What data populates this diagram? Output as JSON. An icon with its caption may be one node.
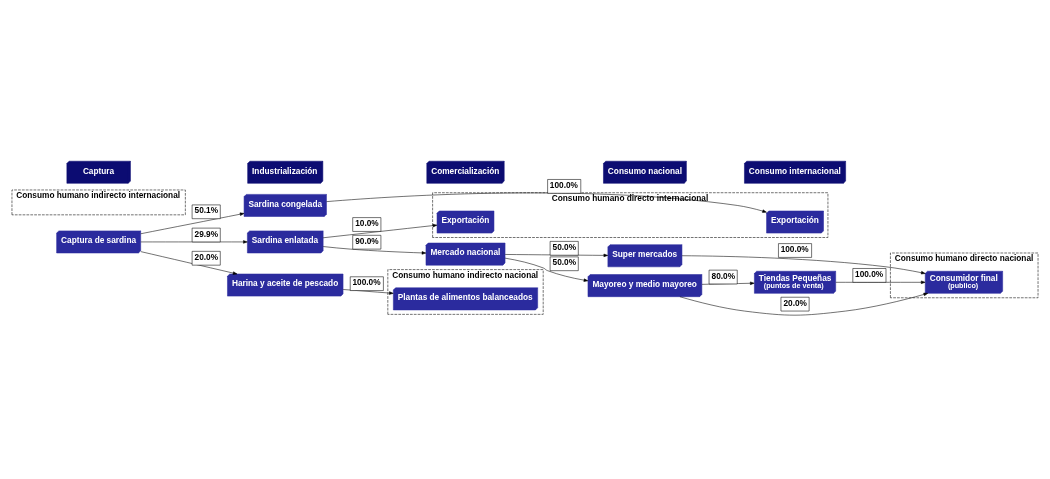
{
  "diagram": {
    "nodes": [
      {
        "text": [
          "Captura"
        ]
      },
      {
        "text": [
          "Industrialización"
        ]
      },
      {
        "text": [
          "Comercialización"
        ]
      },
      {
        "text": [
          "Consumo nacional"
        ]
      },
      {
        "text": [
          "Consumo internacional"
        ]
      },
      {
        "text": [
          "Consumo humano indirecto nacional"
        ]
      },
      {
        "text": [
          "Consumo humano directo nacional"
        ]
      },
      {
        "text": [
          "Consumo humano indirecto internacional"
        ]
      },
      {
        "text": [
          "Consumo humano directo internacional"
        ]
      },
      {
        "text": [
          "Captura de sardina"
        ]
      },
      {
        "text": [
          "Sardina congelada"
        ]
      },
      {
        "text": [
          "Sardina enlatada"
        ]
      },
      {
        "text": [
          "Harina y aceite de pescado"
        ]
      },
      {
        "text": [
          "Mercado nacional"
        ]
      },
      {
        "text": [
          "Super mercados"
        ]
      },
      {
        "text": [
          "Mayoreo y medio mayoreo"
        ]
      },
      {
        "text": [
          "Tiendas Pequeñas",
          "(puntos de venta)"
        ]
      },
      {
        "text": [
          "Consumidor final",
          "(publico)"
        ],
        "in": 6
      },
      {
        "text": [
          "Exportación"
        ],
        "in": 8
      },
      {
        "text": [
          "Exportación"
        ],
        "in": 8
      },
      {
        "text": [
          "Plantas de alimentos balanceados"
        ],
        "in": 5
      }
    ],
    "edges": [
      {
        "from": 9,
        "to": 10,
        "arrow": "to",
        "label": "50.1%"
      },
      {
        "from": 9,
        "to": 11,
        "arrow": "to",
        "label": "29.9%"
      },
      {
        "from": 9,
        "to": 12,
        "arrow": "to",
        "label": "20.0%"
      },
      {
        "from": 10,
        "to": 18,
        "arrow": "to",
        "label": "100.0%"
      },
      {
        "from": 11,
        "to": 13,
        "arrow": "to",
        "label": "90.0%"
      },
      {
        "from": 11,
        "to": 19,
        "arrow": "to",
        "label": "10.0%"
      },
      {
        "from": 12,
        "to": 20,
        "arrow": "to",
        "label": "100.0%"
      },
      {
        "from": 13,
        "to": 14,
        "arrow": "to",
        "label": "50.0%"
      },
      {
        "from": 13,
        "to": 15,
        "arrow": "to",
        "label": "50.0%"
      },
      {
        "from": 15,
        "to": 17,
        "arrow": "to",
        "label": "20.0%"
      },
      {
        "from": 15,
        "to": 16,
        "arrow": "to",
        "label": "80.0%"
      },
      {
        "from": 14,
        "to": 17,
        "arrow": "to",
        "label": "100.0%"
      },
      {
        "from": 16,
        "to": 17,
        "arrow": "to",
        "label": "100.0%"
      }
    ]
  }
}
